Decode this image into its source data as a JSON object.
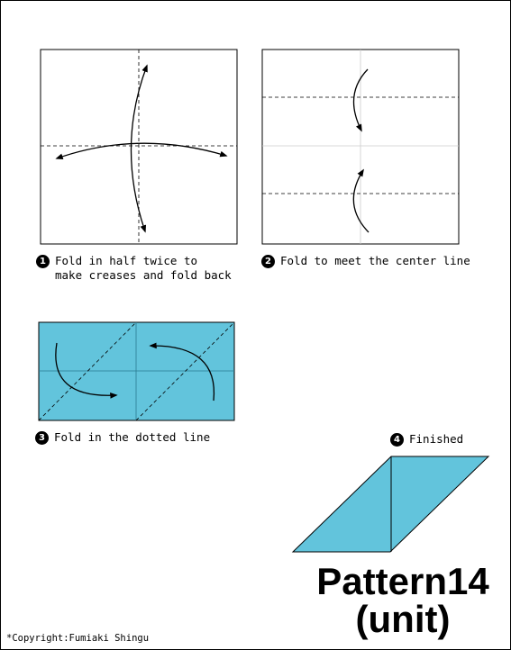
{
  "colors": {
    "paper_blue": "#62c4dc",
    "line": "#000000",
    "crease": "#c8c8c8",
    "background": "#ffffff"
  },
  "steps": [
    {
      "number": "1",
      "text": "Fold in half twice to\nmake creases and fold back"
    },
    {
      "number": "2",
      "text": "Fold to meet the center line"
    },
    {
      "number": "3",
      "text": "Fold in the dotted line"
    },
    {
      "number": "4",
      "text": "Finished"
    }
  ],
  "title": {
    "line1": "Pattern14",
    "line2": "(unit)"
  },
  "copyright": "*Copyright:Fumiaki Shingu"
}
